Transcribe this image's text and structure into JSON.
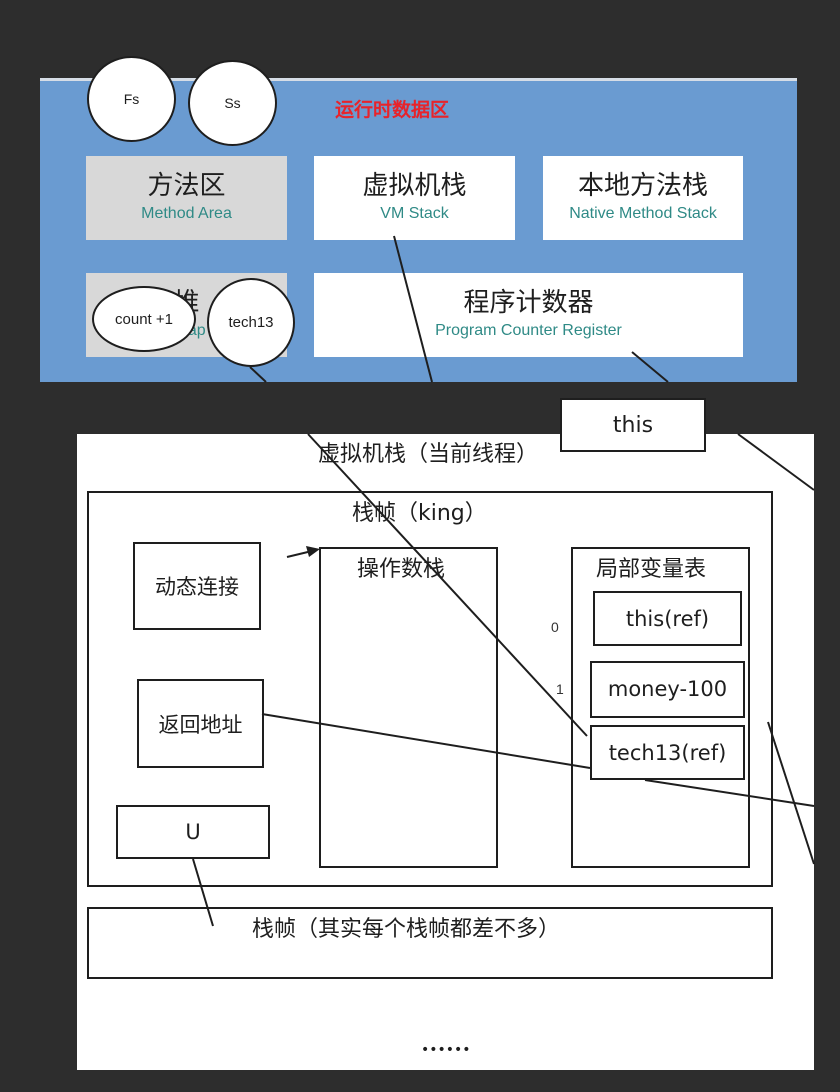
{
  "runtime_area": {
    "title": "运行时数据区",
    "method_area": {
      "zh": "方法区",
      "en": "Method Area"
    },
    "vm_stack": {
      "zh": "虚拟机栈",
      "en": "VM Stack"
    },
    "native_stack": {
      "zh": "本地方法栈",
      "en": "Native Method Stack"
    },
    "heap": {
      "zh": "堆",
      "en": "Heap"
    },
    "pc_register": {
      "zh": "程序计数器",
      "en": "Program Counter Register"
    }
  },
  "annotations": {
    "fs": "Fs",
    "ss": "Ss",
    "count": "count +1",
    "tech13": "tech13",
    "this_box": "this"
  },
  "vm_stack_panel": {
    "title": "虚拟机栈（当前线程）",
    "frame_title": "栈帧（king）",
    "dynamic_link": "动态连接",
    "return_address": "返回地址",
    "u_label": "U",
    "operand_stack": "操作数栈",
    "local_vars": {
      "title": "局部变量表",
      "entries": [
        "this(ref)",
        "money-100",
        "tech13(ref)"
      ],
      "indices": [
        "0",
        "1"
      ]
    },
    "next_frame": "栈帧（其实每个栈帧都差不多）",
    "ellipsis": "••••••"
  }
}
